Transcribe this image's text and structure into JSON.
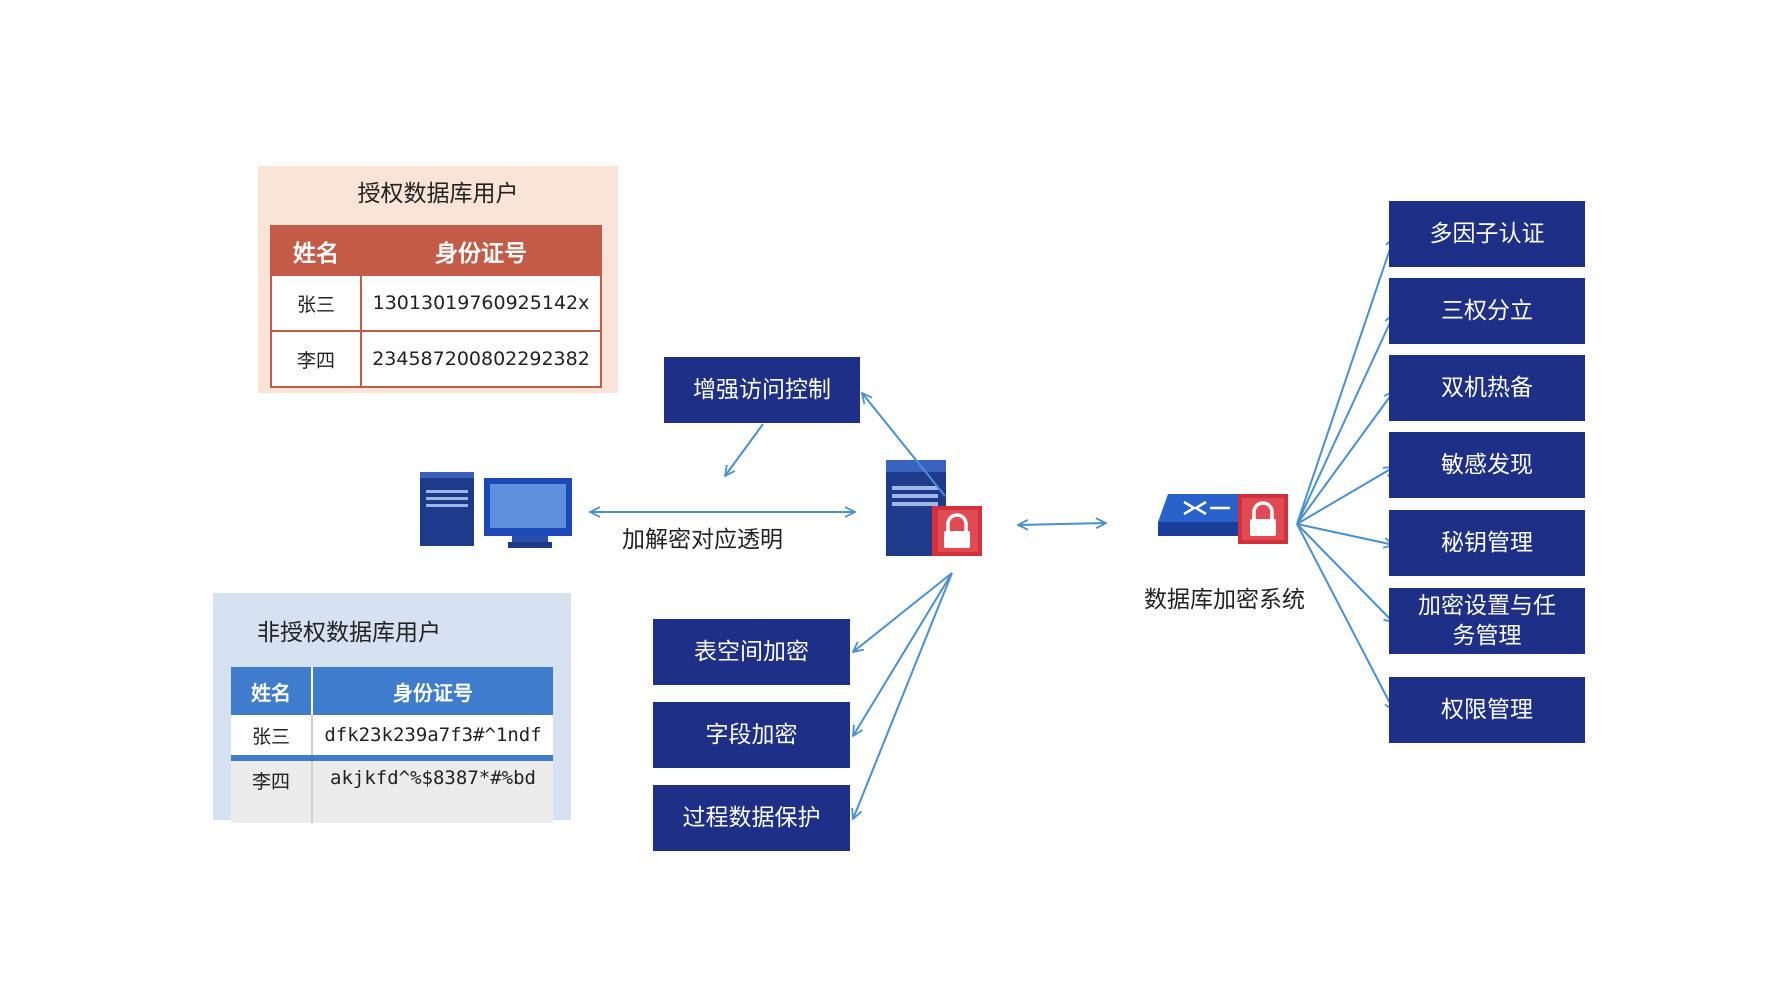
{
  "authorized_users": {
    "title": "授权数据库用户",
    "headers": [
      "姓名",
      "身份证号"
    ],
    "rows": [
      {
        "name": "张三",
        "id": "13013019760925142x"
      },
      {
        "name": "李四",
        "id": "234587200802292382"
      }
    ]
  },
  "unauthorized_users": {
    "title": "非授权数据库用户",
    "headers": [
      "姓名",
      "身份证号"
    ],
    "rows": [
      {
        "name": "张三",
        "id": "dfk23k239a7f3#^1ndf"
      },
      {
        "name": "李四",
        "id": "akjkfd^%$8387*#%bd"
      }
    ]
  },
  "labels": {
    "transparent": "加解密对应透明",
    "system": "数据库加密系统"
  },
  "middle_boxes": {
    "access_control": "增强访问控制",
    "tablespace": "表空间加密",
    "field": "字段加密",
    "process": "过程数据保护"
  },
  "feature_boxes": [
    "多因子认证",
    "三权分立",
    "双机热备",
    "敏感发现",
    "秘钥管理",
    "加密设置与任务管理",
    "权限管理"
  ],
  "colors": {
    "box": "#1e2f87",
    "arrow": "#4a90d0",
    "auth_header": "#c35b47",
    "auth_panel": "#fae3d7",
    "unauth_header": "#3f7ccd",
    "unauth_panel": "#d6e1f2",
    "lock": "#d2303a"
  },
  "icons": [
    "computer-icon",
    "database-server-icon",
    "lock-icon",
    "network-switch-icon"
  ]
}
